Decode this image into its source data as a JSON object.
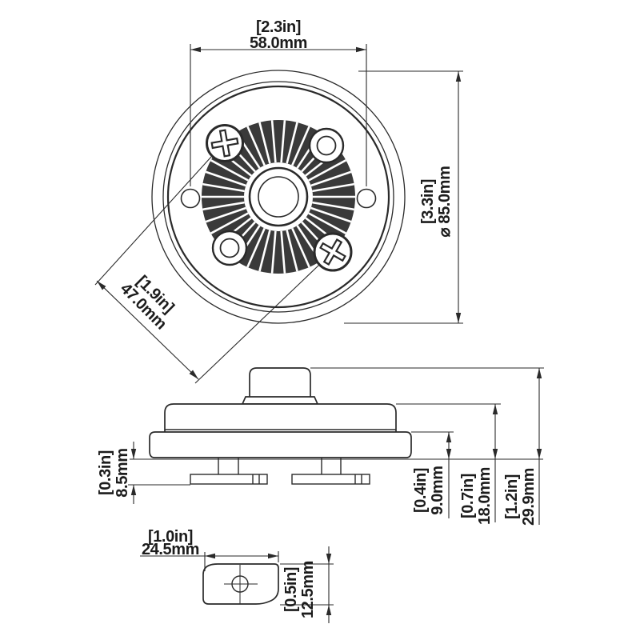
{
  "colors": {
    "line": "#2a2a2a",
    "fin_fill": "#3a3a3a",
    "background": "#ffffff"
  },
  "views": {
    "top": {
      "hole_spacing": {
        "in": "[2.3in]",
        "mm": "58.0mm"
      },
      "outer_diameter": {
        "in": "[3.3in]",
        "mm": "⌀ 85.0mm"
      },
      "screw_spacing": {
        "in": "[1.9in]",
        "mm": "47.0mm"
      }
    },
    "side": {
      "clip_depth": {
        "in": "[0.3in]",
        "mm": "8.5mm"
      },
      "flange_height": {
        "in": "[0.4in]",
        "mm": "9.0mm"
      },
      "body_height": {
        "in": "[0.7in]",
        "mm": "18.0mm"
      },
      "overall_height": {
        "in": "[1.2in]",
        "mm": "29.9mm"
      }
    },
    "detail": {
      "tab_length": {
        "in": "[1.0in]",
        "mm": "24.5mm"
      },
      "tab_width": {
        "in": "[0.5in]",
        "mm": "12.5mm"
      }
    }
  }
}
